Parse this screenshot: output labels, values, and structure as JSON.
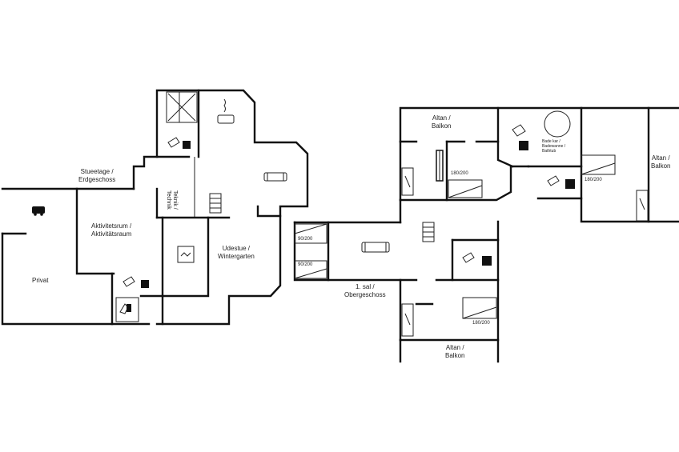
{
  "floor_ground": {
    "stueetage_label": "Stueetage /\nErdgeschoss",
    "aktivitet_label": "Aktivitetsrum /\nAktivitätsraum",
    "privat_label": "Privat",
    "udestue_label": "Udestue /\nWintergarten",
    "teknik_label": "Teknik /\nTechnik"
  },
  "floor_first": {
    "sal_label": "1. sal /\nObergeschoss",
    "altan_top_left": "Altan /\nBalkon",
    "altan_top_right": "Altan /\nBalkon",
    "altan_bottom": "Altan /\nBalkon",
    "bade_label": "Bade kar /\nBadewanne /\nBathtub",
    "bed_90_a": "90/200",
    "bed_90_b": "90/200",
    "bed_180_a": "180/200",
    "bed_180_b": "180/200",
    "bed_180_c": "180/200"
  }
}
